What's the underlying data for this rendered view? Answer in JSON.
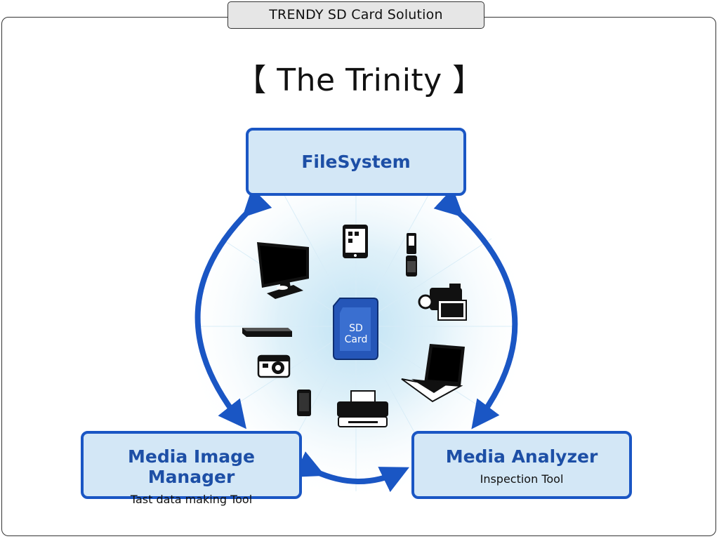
{
  "header": {
    "title": "TRENDY SD Card Solution"
  },
  "main": {
    "title": "【 The Trinity 】"
  },
  "nodes": {
    "filesystem": {
      "title": "FileSystem"
    },
    "media_image_manager": {
      "title": "Media Image Manager",
      "subtitle": "Tast data making Tool"
    },
    "media_analyzer": {
      "title": "Media Analyzer",
      "subtitle": "Inspection Tool"
    }
  },
  "center": {
    "line1": "SD",
    "line2": "Card"
  },
  "devices": [
    "tablet-icon",
    "monitor-icon",
    "flip-phone-icon",
    "video-camera-icon",
    "set-top-box-icon",
    "camera-icon",
    "laptop-icon",
    "smartphone-icon",
    "printer-icon"
  ],
  "colors": {
    "accent": "#1a56c4",
    "box_fill": "#d3e7f6",
    "glow": "#cfe8f5",
    "header_fill": "#e6e6e6"
  }
}
